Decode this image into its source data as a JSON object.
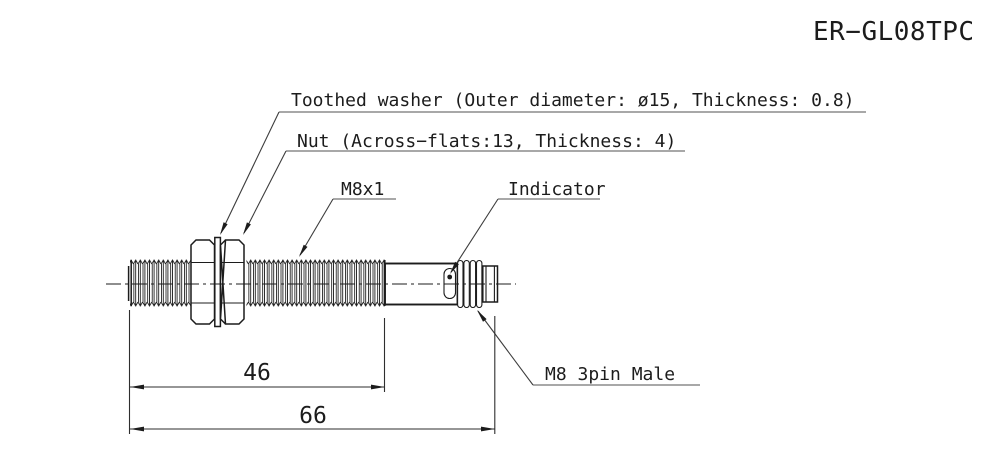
{
  "title": "ER−GL08TPC",
  "callouts": {
    "toothed_washer": "Toothed washer (Outer diameter: ø15, Thickness: 0.8)",
    "nut": "Nut (Across−flats:13, Thickness: 4)",
    "thread_spec": "M8x1",
    "indicator": "Indicator",
    "connector": "M8 3pin Male"
  },
  "dimensions": {
    "thread_length_mm": "46",
    "overall_length_mm": "66"
  },
  "colors": {
    "ink": "#1c1c1c",
    "leader": "#3c3c3c",
    "underline": "#8c8c8c",
    "background": "#ffffff"
  }
}
